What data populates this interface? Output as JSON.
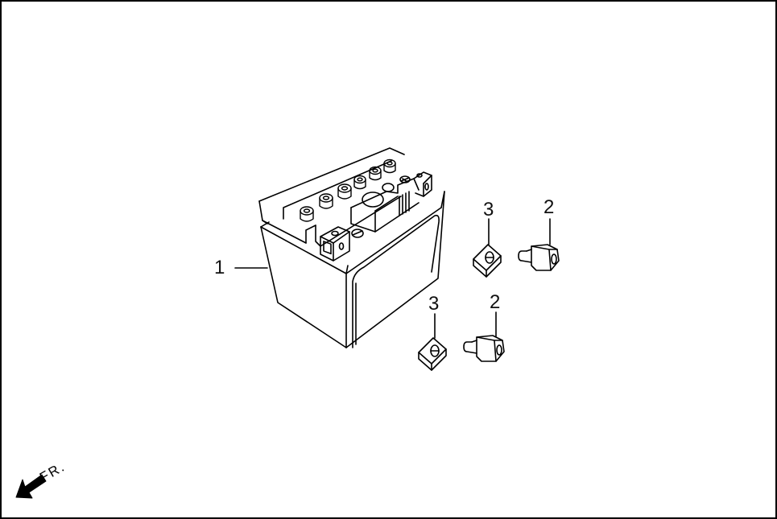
{
  "diagram": {
    "type": "exploded-parts-diagram",
    "subject": "battery",
    "stroke_color": "#000000",
    "background": "#ffffff",
    "callouts": [
      {
        "id": "1",
        "label": "1",
        "part": "battery"
      },
      {
        "id": "2a",
        "label": "2",
        "part": "bolt"
      },
      {
        "id": "3a",
        "label": "3",
        "part": "nut"
      },
      {
        "id": "2b",
        "label": "2",
        "part": "bolt"
      },
      {
        "id": "3b",
        "label": "3",
        "part": "nut"
      }
    ],
    "direction_indicator": {
      "label": "FR.",
      "icon": "arrow-down-left-icon"
    }
  }
}
